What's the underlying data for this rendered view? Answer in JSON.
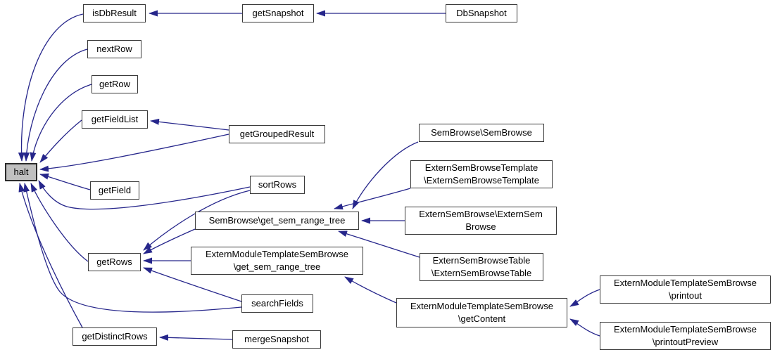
{
  "diagram": {
    "type": "call-graph",
    "edge_color": "#26268b",
    "node_fill": "#ffffff",
    "node_border_color": "#3a3a3a",
    "highlight_node_fill": "#c0c0c0"
  },
  "nodes": [
    {
      "id": "halt",
      "label": "halt",
      "highlighted": true
    },
    {
      "id": "isDbResult",
      "label": "isDbResult"
    },
    {
      "id": "getSnapshot",
      "label": "getSnapshot"
    },
    {
      "id": "dbSnapshot",
      "label": "DbSnapshot"
    },
    {
      "id": "nextRow",
      "label": "nextRow"
    },
    {
      "id": "getRow",
      "label": "getRow"
    },
    {
      "id": "getFieldList",
      "label": "getFieldList"
    },
    {
      "id": "getGroupedResult",
      "label": "getGroupedResult"
    },
    {
      "id": "semBrowse",
      "label": "SemBrowse\\SemBrowse"
    },
    {
      "id": "getField",
      "label": "getField"
    },
    {
      "id": "sortRows",
      "label": "sortRows"
    },
    {
      "id": "externSemBrowseTemplate",
      "label": "ExternSemBrowseTemplate\n\\ExternSemBrowseTemplate"
    },
    {
      "id": "getSemRangeTree",
      "label": "SemBrowse\\get_sem_range_tree"
    },
    {
      "id": "externSemBrowse",
      "label": "ExternSemBrowse\\ExternSem\nBrowse"
    },
    {
      "id": "getRows",
      "label": "getRows"
    },
    {
      "id": "externGetSemRangeTree",
      "label": "ExternModuleTemplateSemBrowse\n\\get_sem_range_tree"
    },
    {
      "id": "externSemBrowseTable",
      "label": "ExternSemBrowseTable\n\\ExternSemBrowseTable"
    },
    {
      "id": "searchFields",
      "label": "searchFields"
    },
    {
      "id": "getContent",
      "label": "ExternModuleTemplateSemBrowse\n\\getContent"
    },
    {
      "id": "getDistinctRows",
      "label": "getDistinctRows"
    },
    {
      "id": "mergeSnapshot",
      "label": "mergeSnapshot"
    },
    {
      "id": "printout",
      "label": "ExternModuleTemplateSemBrowse\n\\printout"
    },
    {
      "id": "printoutPreview",
      "label": "ExternModuleTemplateSemBrowse\n\\printoutPreview"
    }
  ],
  "edges": [
    {
      "from": "isDbResult",
      "to": "halt"
    },
    {
      "from": "nextRow",
      "to": "halt"
    },
    {
      "from": "getRow",
      "to": "halt"
    },
    {
      "from": "getFieldList",
      "to": "halt"
    },
    {
      "from": "getGroupedResult",
      "to": "halt"
    },
    {
      "from": "getField",
      "to": "halt"
    },
    {
      "from": "sortRows",
      "to": "halt"
    },
    {
      "from": "getRows",
      "to": "halt"
    },
    {
      "from": "searchFields",
      "to": "halt"
    },
    {
      "from": "getDistinctRows",
      "to": "halt"
    },
    {
      "from": "getSnapshot",
      "to": "isDbResult"
    },
    {
      "from": "dbSnapshot",
      "to": "getSnapshot"
    },
    {
      "from": "getGroupedResult",
      "to": "getFieldList"
    },
    {
      "from": "sortRows",
      "to": "getRows"
    },
    {
      "from": "getSemRangeTree",
      "to": "getRows"
    },
    {
      "from": "externGetSemRangeTree",
      "to": "getRows"
    },
    {
      "from": "searchFields",
      "to": "getRows"
    },
    {
      "from": "semBrowse",
      "to": "getSemRangeTree"
    },
    {
      "from": "externSemBrowseTemplate",
      "to": "getSemRangeTree"
    },
    {
      "from": "externSemBrowse",
      "to": "getSemRangeTree"
    },
    {
      "from": "externSemBrowseTable",
      "to": "getSemRangeTree"
    },
    {
      "from": "getContent",
      "to": "externGetSemRangeTree"
    },
    {
      "from": "printout",
      "to": "getContent"
    },
    {
      "from": "printoutPreview",
      "to": "getContent"
    },
    {
      "from": "mergeSnapshot",
      "to": "getDistinctRows"
    }
  ]
}
